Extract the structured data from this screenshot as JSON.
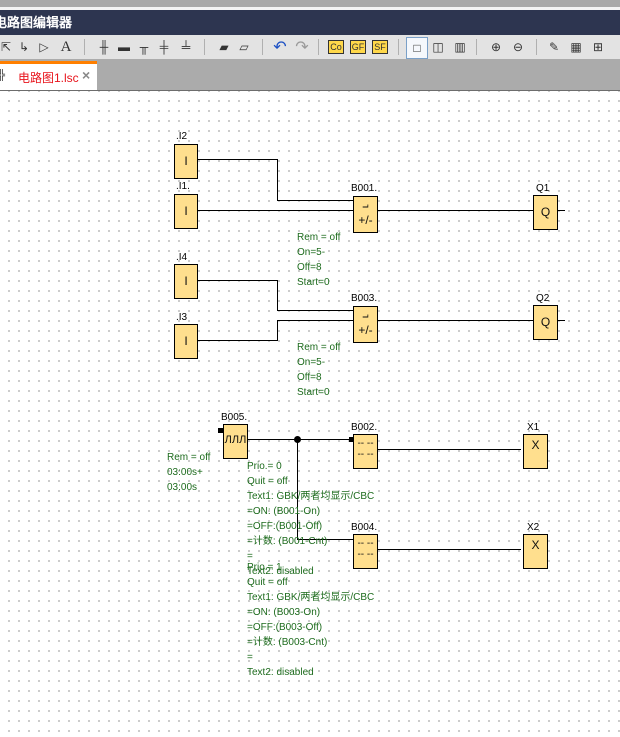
{
  "window": {
    "title": "电路图编辑器"
  },
  "toolbar": {
    "buttons": [
      {
        "name": "select-tool",
        "glyph": "⇱"
      },
      {
        "name": "connect-tool",
        "glyph": "↳"
      },
      {
        "name": "block-tool",
        "glyph": "▷"
      },
      {
        "name": "text-tool",
        "glyph": "A"
      },
      {
        "name": "align-left",
        "glyph": "╫"
      },
      {
        "name": "align-right",
        "glyph": "▬"
      },
      {
        "name": "align-top",
        "glyph": "╥"
      },
      {
        "name": "align-center-v",
        "glyph": "╪"
      },
      {
        "name": "align-center-h",
        "glyph": "╧"
      },
      {
        "name": "bring-front",
        "glyph": "▰"
      },
      {
        "name": "send-back",
        "glyph": "▱"
      },
      {
        "name": "undo",
        "glyph": "↶"
      },
      {
        "name": "redo",
        "glyph": "↷"
      },
      {
        "name": "co",
        "glyph": "Co"
      },
      {
        "name": "gf",
        "glyph": "GF"
      },
      {
        "name": "sf",
        "glyph": "SF"
      },
      {
        "name": "single-view",
        "glyph": "□"
      },
      {
        "name": "double-view",
        "glyph": "◫"
      },
      {
        "name": "triple-view",
        "glyph": "▥"
      },
      {
        "name": "zoom-in",
        "glyph": "⊕"
      },
      {
        "name": "zoom-out",
        "glyph": "⊖"
      },
      {
        "name": "highlight",
        "glyph": "✎"
      },
      {
        "name": "numbering",
        "glyph": "▦"
      },
      {
        "name": "properties",
        "glyph": "⊞"
      }
    ]
  },
  "tab": {
    "label": "电路图1.lsc",
    "close": "×"
  },
  "colors": {
    "block_fill": "#ffdf8e",
    "param_text": "#1d6b1d",
    "tab_accent": "#ff7f00",
    "tab_text": "#e8141c",
    "titlebar": "#2d3550"
  },
  "blocks": {
    "I2": {
      "label": ".I2",
      "symbol": "I"
    },
    "I1": {
      "label": ".I1.",
      "symbol": "I"
    },
    "I4": {
      "label": ".I4",
      "symbol": "I"
    },
    "I3": {
      "label": ".I3",
      "symbol": "I"
    },
    "B001": {
      "label": "B001.",
      "symbol": "+/-"
    },
    "B003": {
      "label": "B003.",
      "symbol": "+/-"
    },
    "Q1": {
      "label": "Q1",
      "symbol": "Q"
    },
    "Q2": {
      "label": "Q2",
      "symbol": "Q"
    },
    "B005": {
      "label": "B005.",
      "symbol": "ЛЛЛ"
    },
    "B002": {
      "label": "B002.",
      "symbol": "-- --"
    },
    "B004": {
      "label": "B004.",
      "symbol": "-- --"
    },
    "X1": {
      "label": "X1",
      "symbol": "X"
    },
    "X2": {
      "label": "X2",
      "symbol": "X"
    }
  },
  "params": {
    "B001": [
      "Rem = off",
      "On=5-",
      "Off=8",
      "Start=0"
    ],
    "B003": [
      "Rem = off",
      "On=5-",
      "Off=8",
      "Start=0"
    ],
    "B005": [
      "Rem = off",
      "03:00s+",
      "03:00s"
    ],
    "B002": [
      "Prio.= 0",
      "Quit = off",
      "Text1: GBK/两者均显示/CBC",
      "=ON: (B001-On)",
      "=OFF:(B001-Off)",
      "=计数: (B001-Cnt)",
      "=",
      "Text2: disabled"
    ],
    "B004": [
      "Prio.= 1",
      "Quit = off",
      "Text1: GBK/两者均显示/CBC",
      "=ON: (B003-On)",
      "=OFF:(B003-Off)",
      "=计数: (B003-Cnt)",
      "=",
      "Text2: disabled"
    ]
  }
}
